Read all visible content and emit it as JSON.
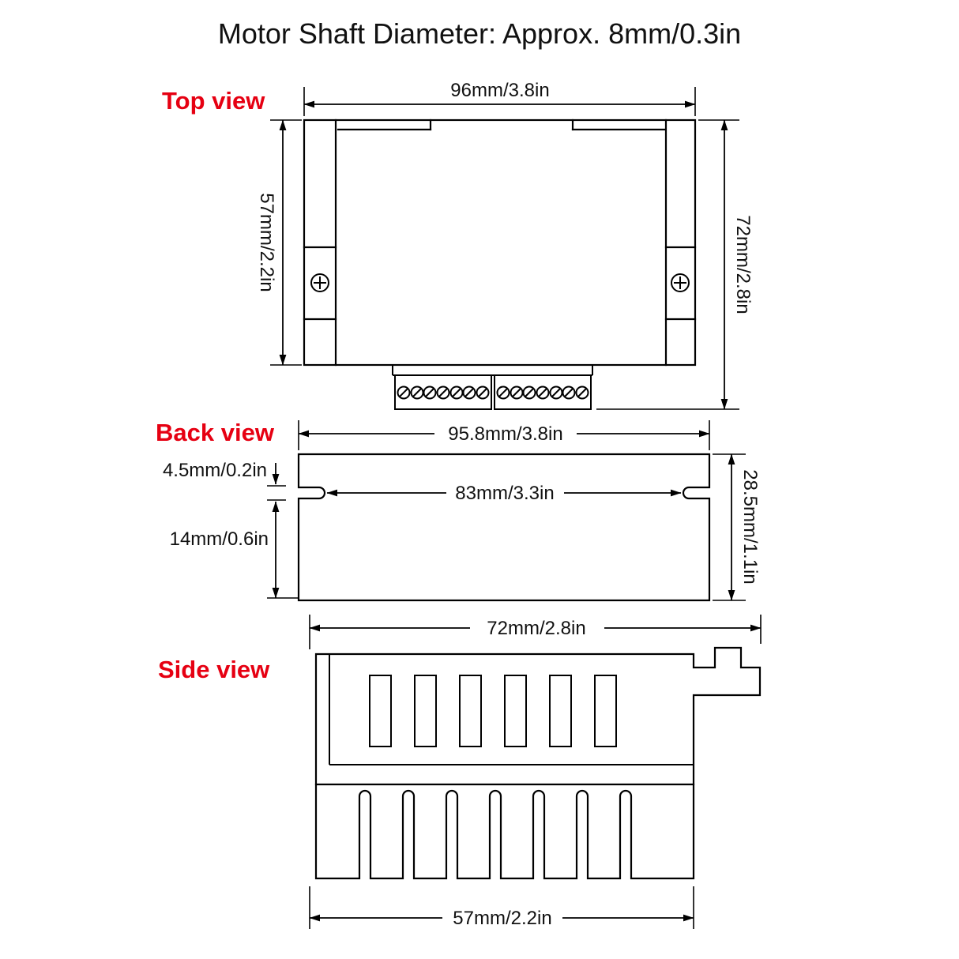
{
  "title": "Motor Shaft Diameter: Approx. 8mm/0.3in",
  "colors": {
    "label": "#e60012",
    "line": "#000000",
    "bg": "#ffffff"
  },
  "views": {
    "top": {
      "label": "Top view",
      "dim_width": "96mm/3.8in",
      "dim_height_body": "57mm/2.2in",
      "dim_height_total": "72mm/2.8in"
    },
    "back": {
      "label": "Back view",
      "dim_width": "95.8mm/3.8in",
      "dim_inner_width": "83mm/3.3in",
      "dim_top_offset": "4.5mm/0.2in",
      "dim_lower": "14mm/0.6in",
      "dim_height": "28.5mm/1.1in"
    },
    "side": {
      "label": "Side view",
      "dim_width": "72mm/2.8in",
      "dim_bottom_width": "57mm/2.2in"
    }
  }
}
